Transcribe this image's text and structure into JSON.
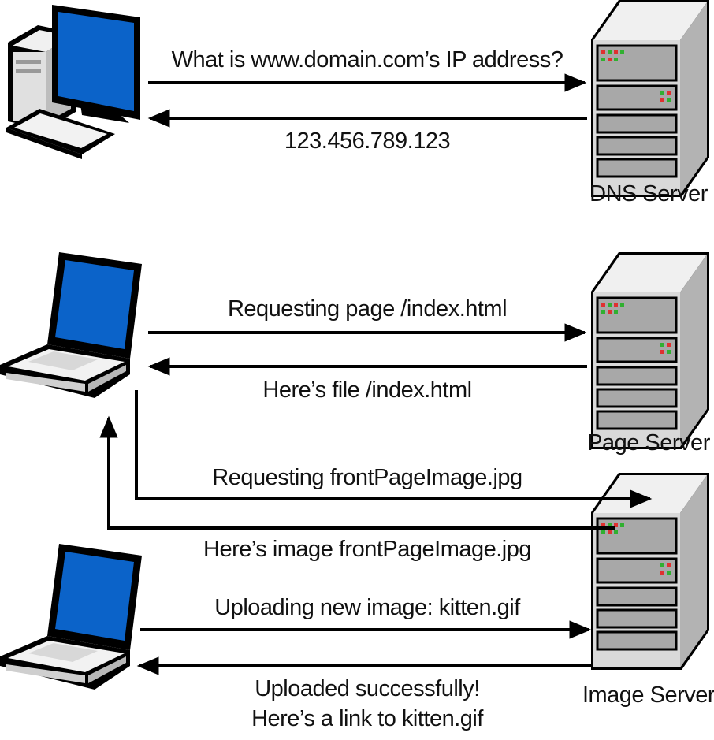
{
  "nodes": {
    "dns_server": "DNS Server",
    "page_server": "Page Server",
    "image_server": "Image Server"
  },
  "messages": {
    "dns_query": "What is www.domain.com’s IP address?",
    "dns_reply": "123.456.789.123",
    "page_request": "Requesting page /index.html",
    "page_reply": "Here’s file /index.html",
    "image_request": "Requesting frontPageImage.jpg",
    "image_reply": "Here’s image frontPageImage.jpg",
    "upload_request": "Uploading new image: kitten.gif",
    "upload_reply_line1": "Uploaded successfully!",
    "upload_reply_line2": "Here’s a link to kitten.gif"
  },
  "colors": {
    "screen": "#0b63c9",
    "device_light": "#f2f2f2",
    "device_mid": "#d4d4d4",
    "device_dark": "#b5b5b5",
    "outline": "#000000",
    "led_red": "#e03030",
    "led_green": "#30b030"
  },
  "icons": [
    "desktop-computer-icon",
    "laptop-icon",
    "server-tower-icon"
  ]
}
